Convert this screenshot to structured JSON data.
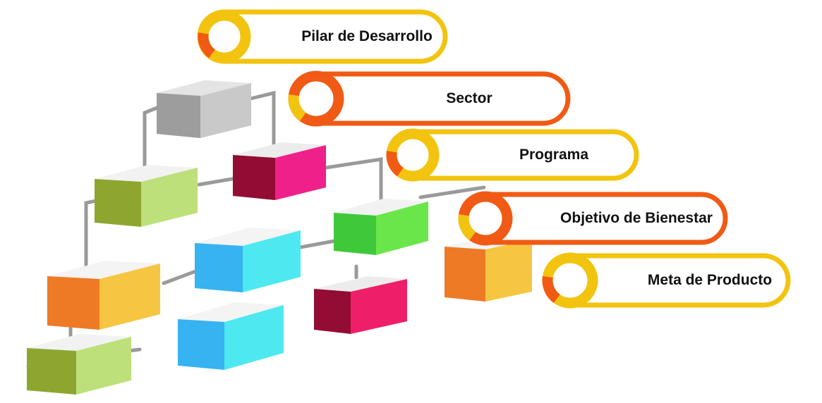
{
  "diagram": {
    "colors": {
      "yellow": "#f2c40f",
      "orange": "#f05a14",
      "pipe": "#9a9a9a"
    },
    "labels": [
      {
        "id": "pilar",
        "text": "Pilar de Desarrollo",
        "ring": "yellow"
      },
      {
        "id": "sector",
        "text": "Sector",
        "ring": "orange"
      },
      {
        "id": "programa",
        "text": "Programa",
        "ring": "yellow"
      },
      {
        "id": "objetivo",
        "text": "Objetivo de Bienestar",
        "ring": "orange"
      },
      {
        "id": "meta",
        "text": "Meta de Producto",
        "ring": "yellow"
      }
    ],
    "cubes": [
      {
        "id": "gray-top",
        "front": "#9d9d9d",
        "side": "#c9c9c9",
        "top": "#e4e4e4"
      },
      {
        "id": "olive",
        "front": "#8ea62f",
        "side": "#bde07a",
        "top": "#f2f2f2"
      },
      {
        "id": "magenta-right",
        "front": "#930c33",
        "side": "#f0208a",
        "top": "#ececec"
      },
      {
        "id": "green",
        "front": "#3fc93a",
        "side": "#6ae64b",
        "top": "#f2f2f2"
      },
      {
        "id": "cyan-mid",
        "front": "#36b3f0",
        "side": "#4ee8f0",
        "top": "#f4f4f4"
      },
      {
        "id": "orange-left",
        "front": "#ef7a26",
        "side": "#f6c642",
        "top": "#f4f4f4"
      },
      {
        "id": "magenta-low",
        "front": "#930c33",
        "side": "#ee1f68",
        "top": "#ececec"
      },
      {
        "id": "cyan-low",
        "front": "#36b3f0",
        "side": "#4ee8f0",
        "top": "#f4f4f4"
      },
      {
        "id": "olive-low",
        "front": "#8ea62f",
        "side": "#bde07a",
        "top": "#f2f2f2"
      },
      {
        "id": "orange-right",
        "front": "#ef7a26",
        "side": "#f6c642",
        "top": "#f4f4f4"
      }
    ]
  }
}
